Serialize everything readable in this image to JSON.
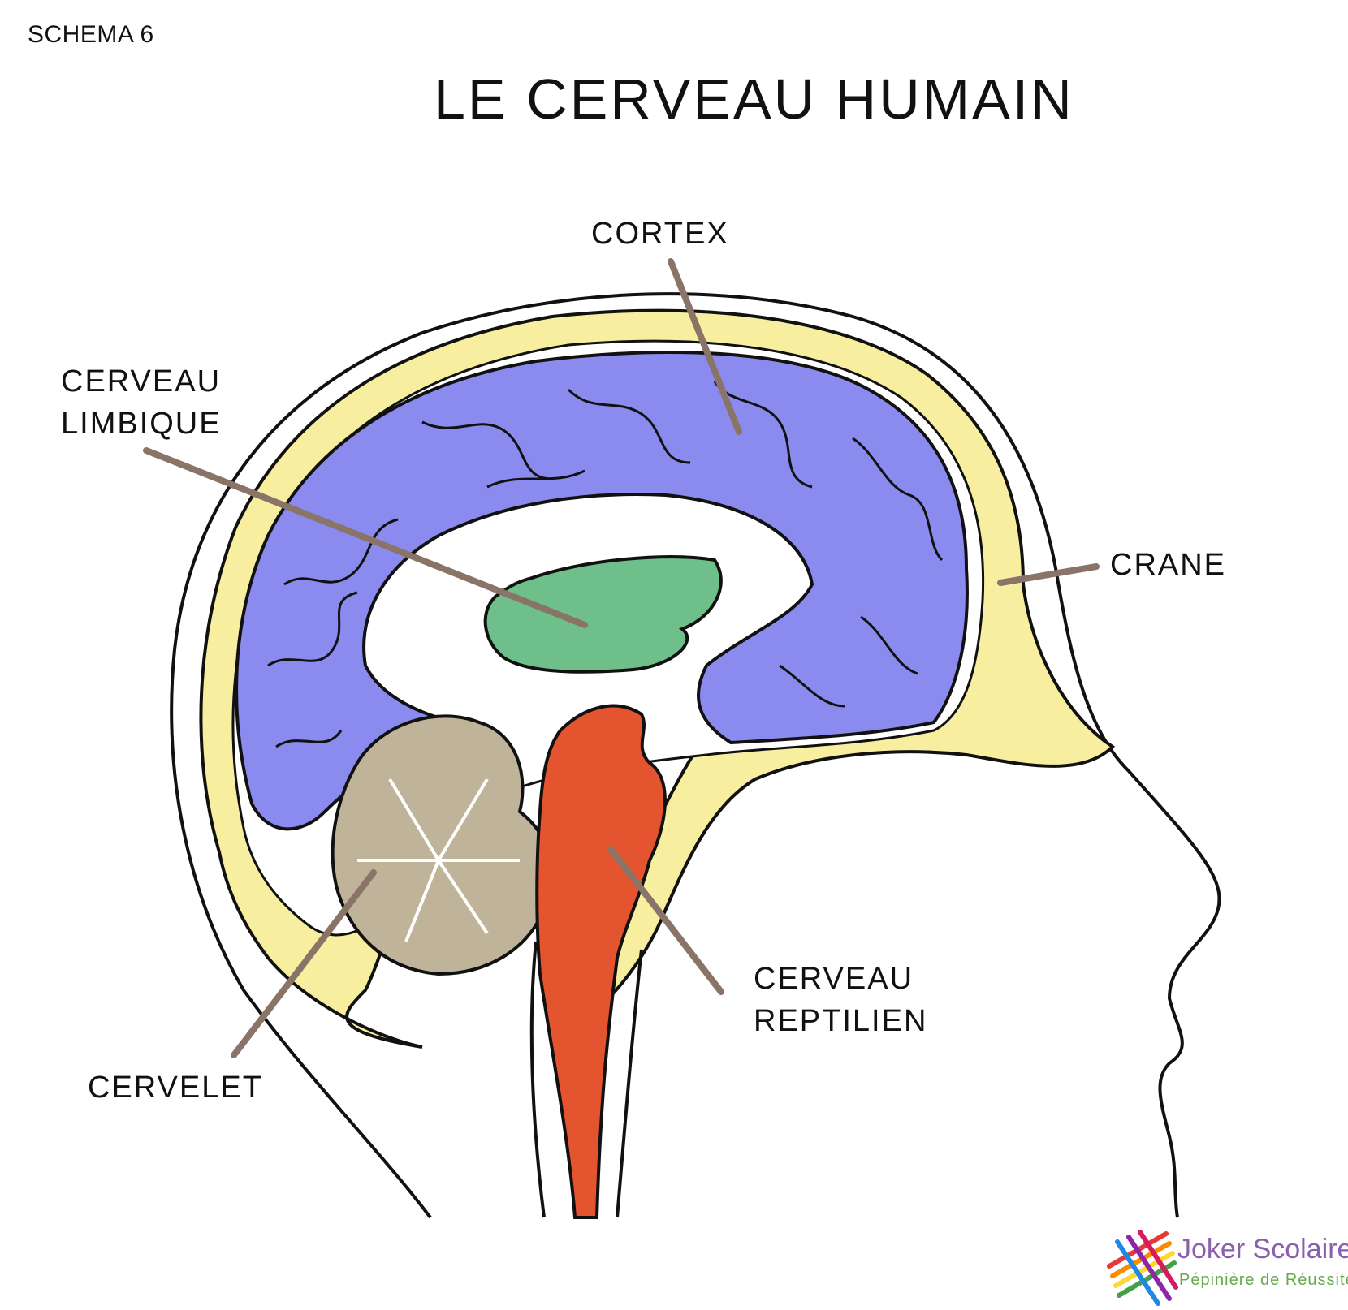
{
  "header": {
    "schema_number": "SCHEMA 6",
    "title": "LE CERVEAU HUMAIN"
  },
  "labels": {
    "cortex": "CORTEX",
    "limbique_line1": "CERVEAU",
    "limbique_line2": "LIMBIQUE",
    "crane": "CRANE",
    "reptilien_line1": "CERVEAU",
    "reptilien_line2": "REPTILIEN",
    "cervelet": "CERVELET"
  },
  "logo": {
    "name": "Joker Scolaire",
    "tagline": "Pépinière de Réussite"
  },
  "colors": {
    "cortex": "#8b8bef",
    "limbic": "#6fbf8a",
    "brainstem": "#e4552f",
    "cerebellum": "#bfb49a",
    "skull": "#f7eea0",
    "leader_line": "#8a7468",
    "outline": "#111111"
  }
}
